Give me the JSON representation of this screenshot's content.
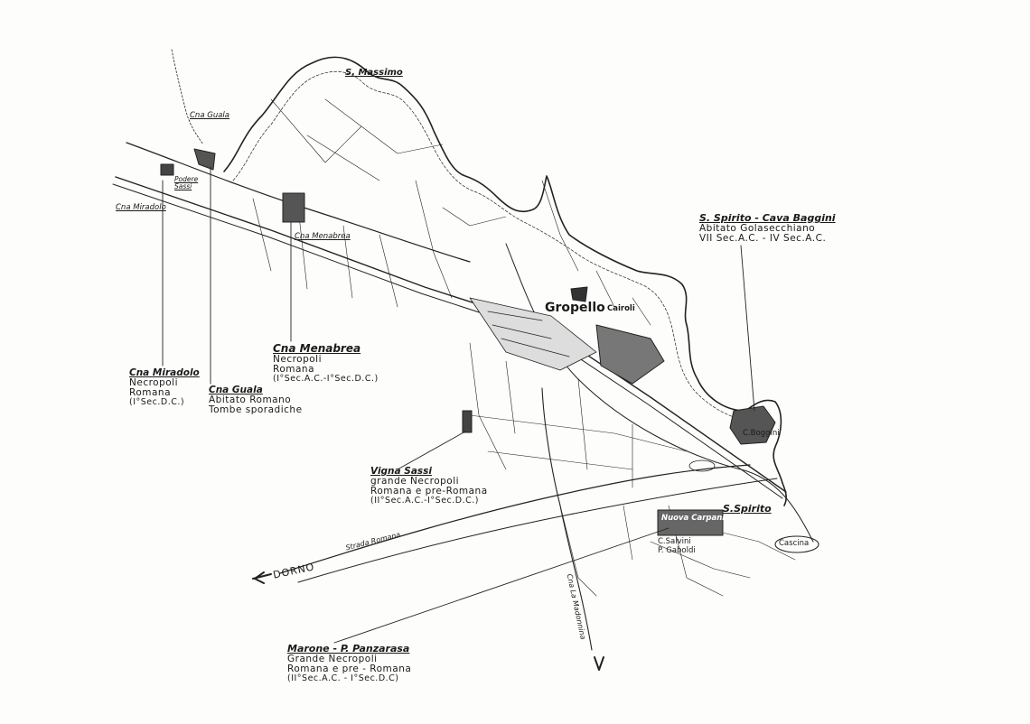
{
  "map": {
    "places": {
      "s_massimo": "S. Massimo",
      "cna_guala_top": "Cna Guala",
      "podere_sassi": "Podere Sassi",
      "cna_miradolo_top": "Cna Miradolo",
      "cna_menabrea_top": "Cna Menabrea",
      "gropello": "Gropello",
      "cairoli": "Cairoli",
      "c_boggini": "C.Boggini",
      "s_spirito": "S.Spirito",
      "cascina": "Cascina",
      "nuova_carpani": "Nuova Carpani",
      "s_strada_salvini": "C.Salvini",
      "p_gaboldi": "P. Gaboldi"
    },
    "roads": {
      "dorno": "DORNO",
      "strada_romana": "Strada Romana",
      "cna_madonnina": "Cna La Madonnina"
    },
    "sites": [
      {
        "title": "S. Spirito - Cava Baggini",
        "lines": [
          "Abitato Golasecchiano",
          "VII Sec.A.C. - IV Sec.A.C."
        ]
      },
      {
        "title": "Cna Menabrea",
        "lines": [
          "Necropoli",
          "Romana",
          "(I°Sec.A.C.-I°Sec.D.C.)"
        ]
      },
      {
        "title": "Cna Miradolo",
        "lines": [
          "Necropoli",
          "Romana",
          "(I°Sec.D.C.)"
        ]
      },
      {
        "title": "Cna Guala",
        "lines": [
          "Abitato Romano",
          "Tombe sporadiche"
        ]
      },
      {
        "title": "Vigna Sassi",
        "lines": [
          "grande Necropoli",
          "Romana e pre-Romana",
          "(II°Sec.A.C.-I°Sec.D.C.)"
        ]
      },
      {
        "title": "Marone - P. Panzarasa",
        "lines": [
          "Grande Necropoli",
          "Romana e pre - Romana",
          "(II°Sec.A.C. - I°Sec.D.C)"
        ]
      }
    ]
  }
}
